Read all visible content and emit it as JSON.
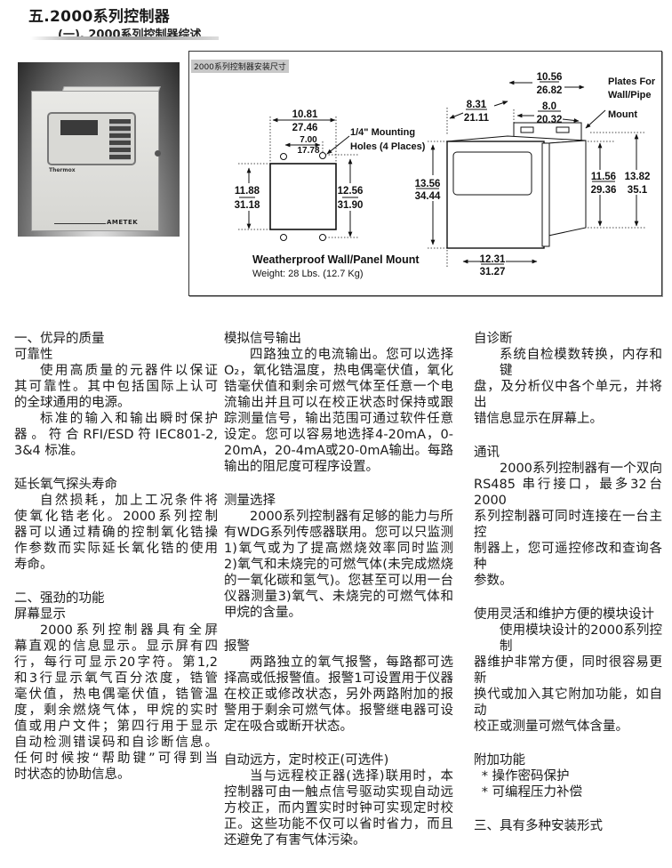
{
  "header": {
    "title": "五.2000系列控制器",
    "subtitle": "(一). 2000系列控制器综述"
  },
  "photo": {
    "brand_front": "Thermox",
    "brand_bottom": "AMETEK"
  },
  "diagram": {
    "label": "2000系列控制器安装尺寸",
    "wall": {
      "width_in": "10.81",
      "width_cm": "27.46",
      "hole_in": "7.00",
      "hole_cm": "17.78",
      "holes_line1": "1/4\" Mounting",
      "holes_line2": "Holes (4 Places)",
      "left_in": "11.88",
      "left_cm": "31.18",
      "right_in": "12.56",
      "right_cm": "31.90",
      "caption": "Weatherproof Wall/Panel Mount",
      "weight": "Weight: 28 Lbs. (12.7 Kg)"
    },
    "box": {
      "top_in": "10.56",
      "top_cm": "26.82",
      "depth_in": "8.31",
      "depth_cm": "21.11",
      "plate_in": "8.0",
      "plate_cm": "20.32",
      "plates_line1": "Plates For",
      "plates_line2": "Wall/Pipe",
      "plates_line3": "Mount",
      "front_h_in": "13.56",
      "front_h_cm": "34.44",
      "side_h_in": "11.56",
      "side_h_cm": "29.36",
      "total_h_in": "13.82",
      "total_h_cm": "35.1",
      "width_in": "12.31",
      "width_cm": "31.27"
    }
  },
  "columns": [
    {
      "sections": [
        {
          "heading": "一、优异的质量",
          "subheading": "可靠性",
          "paras": [
            [
              "使用高质量的元器件以保证",
              "其可靠性。其中包括国际上认可",
              "的全球通用的电源。"
            ],
            [
              "标准的输入和输出瞬时保护",
              "器。符合RFI/ESD符IEC801-2,",
              "3&4 标准。"
            ]
          ]
        },
        {
          "heading": "延长氧气探头寿命",
          "paras": [
            [
              "自然损耗，加上工况条件将",
              "使氧化锆老化。2000系列控制",
              "器可以通过精确的控制氧化锆操",
              "作参数而实际延长氧化锆的使用",
              "寿命。"
            ]
          ]
        },
        {
          "heading": "二、强劲的功能",
          "subheading": "屏幕显示",
          "paras": [
            [
              "2000系列控制器具有全屏",
              "幕直观的信息显示。显示屏有四",
              "行，每行可显示20字符。第1,2",
              "和3行显示氧气百分浓度，锆管",
              "毫伏值，热电偶毫伏值，锆管温",
              "度，剩余燃烧气体，甲烷的实时",
              "值或用户文件；第四行用于显示",
              "自动检测错误码和自诊断信息。",
              "任何时候按“帮助键”可得到当",
              "时状态的协助信息。"
            ]
          ]
        }
      ]
    },
    {
      "sections": [
        {
          "heading": "模拟信号输出",
          "paras": [
            [
              "四路独立的电流输出。您可以选择",
              "O₂，氧化锆温度，热电偶毫伏值，氧化",
              "锆毫伏值和剩余可燃气体至任意一个电",
              "流输出并且可以在校正状态时保持或跟",
              "踪测量信号，输出范围可通过软件任意",
              "设定。您可以容易地选择4-20mA，0-",
              "20mA，20-4mA或20-0mA输出。每路",
              "输出的阻尼度可程序设置。"
            ]
          ]
        },
        {
          "heading": "测量选择",
          "paras": [
            [
              "2000系列控制器有足够的能力与所",
              "有WDG系列传感器联用。您可以只监测",
              "1)氧气或为了提高燃烧效率同时监测",
              "2)氧气和未烧完的可燃气体(未完成燃烧",
              "的一氧化碳和氢气)。您甚至可以用一台",
              "仪器测量3)氧气、未烧完的可燃气体和",
              "甲烷的含量。"
            ]
          ]
        },
        {
          "heading": "报警",
          "paras": [
            [
              "两路独立的氧气报警，每路都可选",
              "择高或低报警值。报警1可设置用于仪器",
              "在校正或修改状态，另外两路附加的报",
              "警用于剩余可燃气体。报警继电器可设",
              "定在吸合或断开状态。"
            ]
          ]
        },
        {
          "heading": "自动远方，定时校正(可选件)",
          "paras": [
            [
              "当与远程校正器(选择)联用时，本",
              "控制器可由一触点信号驱动实现自动远",
              "方校正，而内置实时时钟可实现定时校",
              "正。这些功能不仅可以省时省力，而且",
              "还避免了有害气体污染。"
            ]
          ]
        }
      ]
    },
    {
      "sections": [
        {
          "heading": "自诊断",
          "paras": [
            [
              "系统自检模数转换，内存和键",
              "盘，及分析仪中各个单元，并将出",
              "错信息显示在屏幕上。"
            ]
          ]
        },
        {
          "heading": "通讯",
          "paras": [
            [
              "2000系列控制器有一个双向",
              "RS485 串行接口，最多32台2000",
              "系列控制器可同时连接在一台主控",
              "制器上，您可遥控修改和查询各种",
              "参数。"
            ]
          ]
        },
        {
          "heading": "使用灵活和维护方便的模块设计",
          "paras": [
            [
              "使用模块设计的2000系列控制",
              "器维护非常方便，同时很容易更新",
              "换代或加入其它附加功能，如自动",
              "校正或测量可燃气体含量。"
            ]
          ]
        },
        {
          "heading": "附加功能",
          "bullets": [
            "* 操作密码保护",
            "* 可编程压力补偿"
          ]
        },
        {
          "heading": "三、具有多种安装形式"
        }
      ]
    }
  ]
}
